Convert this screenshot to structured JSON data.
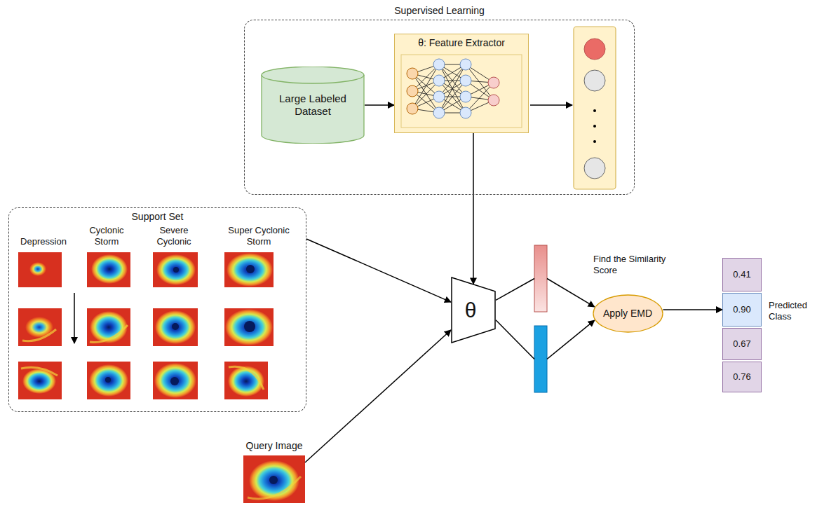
{
  "diagram": {
    "nodes": [
      {
        "text": [
          "Supervised Learning"
        ]
      },
      {
        "text": [
          "Large Labeled Dataset"
        ],
        "in": 0
      },
      {
        "text": [
          "θ: Feature Extractor"
        ],
        "in": 0
      },
      {
        "text": [
          "Support Set"
        ]
      },
      {
        "text": [
          "θ"
        ]
      },
      {
        "text": [
          "Apply EMD"
        ]
      },
      {
        "text": [
          "0.41"
        ]
      },
      {
        "text": [
          "0.90"
        ]
      },
      {
        "text": [
          "0.67"
        ]
      },
      {
        "text": [
          "0.76"
        ]
      },
      {
        "text": [
          "Query Image"
        ]
      }
    ],
    "edges": [
      {
        "from": 1,
        "to": 2,
        "arrow": "to"
      },
      {
        "from": 2,
        "to": 4,
        "arrow": "to"
      },
      {
        "from": 3,
        "to": 4,
        "arrow": "to"
      },
      {
        "from": 10,
        "to": 4,
        "arrow": "to"
      },
      {
        "from": 4,
        "to": 5,
        "arrow": "to"
      },
      {
        "from": 5,
        "to": 7,
        "arrow": "to"
      }
    ],
    "labels": [
      "Depression",
      "Cyclonic Storm",
      "Severe Cyclonic",
      "Super Cyclonic Storm",
      "Find the Similarity Score",
      "Predicted Class"
    ]
  }
}
